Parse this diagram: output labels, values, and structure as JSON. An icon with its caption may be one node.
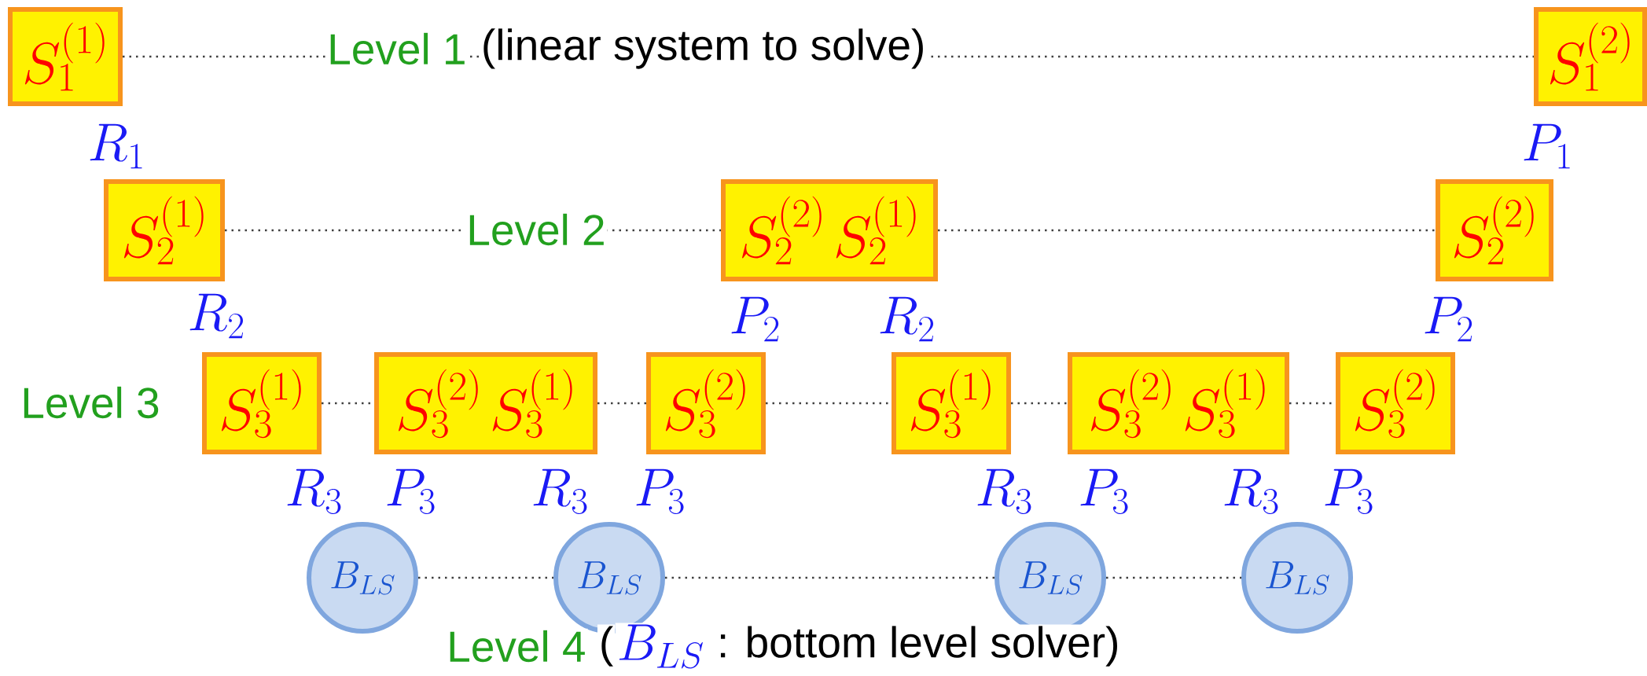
{
  "diagram": {
    "nodes": [
      {
        "text": [
          "S_1^{(1)}"
        ],
        "beside": [
          "R_1"
        ]
      },
      {
        "text": [
          "S_1^{(2)}"
        ],
        "beside": [
          "P_1"
        ]
      },
      {
        "text": [
          "S_2^{(1)}"
        ],
        "beside": [
          "R_2"
        ]
      },
      {
        "text": [
          "S_2^{(2)}",
          "S_2^{(1)}"
        ],
        "beside": [
          "P_2",
          "R_2"
        ]
      },
      {
        "text": [
          "S_2^{(2)}"
        ],
        "beside": [
          "P_2"
        ]
      },
      {
        "text": [
          "S_3^{(1)}"
        ],
        "beside": [
          "R_3"
        ]
      },
      {
        "text": [
          "S_3^{(2)}",
          "S_3^{(1)}"
        ],
        "beside": [
          "P_3",
          "R_3"
        ]
      },
      {
        "text": [
          "S_3^{(2)}"
        ],
        "beside": [
          "P_3"
        ]
      },
      {
        "text": [
          "S_3^{(1)}"
        ],
        "beside": [
          "R_3"
        ]
      },
      {
        "text": [
          "S_3^{(2)}",
          "S_3^{(1)}"
        ],
        "beside": [
          "P_3",
          "R_3"
        ]
      },
      {
        "text": [
          "S_3^{(2)}"
        ],
        "beside": [
          "P_3"
        ]
      },
      {
        "text": [
          "B_{LS}"
        ]
      },
      {
        "text": [
          "B_{LS}"
        ]
      },
      {
        "text": [
          "B_{LS}"
        ]
      },
      {
        "text": [
          "B_{LS}"
        ]
      }
    ],
    "edges": [
      {
        "from": 0,
        "to": 1,
        "arrow": "none"
      },
      {
        "from": 2,
        "to": 3,
        "arrow": "none"
      },
      {
        "from": 3,
        "to": 4,
        "arrow": "none"
      },
      {
        "from": 5,
        "to": 6,
        "arrow": "none"
      },
      {
        "from": 6,
        "to": 7,
        "arrow": "none"
      },
      {
        "from": 7,
        "to": 8,
        "arrow": "none"
      },
      {
        "from": 8,
        "to": 9,
        "arrow": "none"
      },
      {
        "from": 9,
        "to": 10,
        "arrow": "none"
      },
      {
        "from": 11,
        "to": 12,
        "arrow": "none"
      },
      {
        "from": 12,
        "to": 13,
        "arrow": "none"
      },
      {
        "from": 13,
        "to": 14,
        "arrow": "none"
      }
    ],
    "labels": [
      "Level 1",
      "(linear system to solve)",
      "Level 2",
      "Level 3",
      "Level 4",
      "(",
      "B_{LS}",
      ": bottom level solver)"
    ]
  }
}
